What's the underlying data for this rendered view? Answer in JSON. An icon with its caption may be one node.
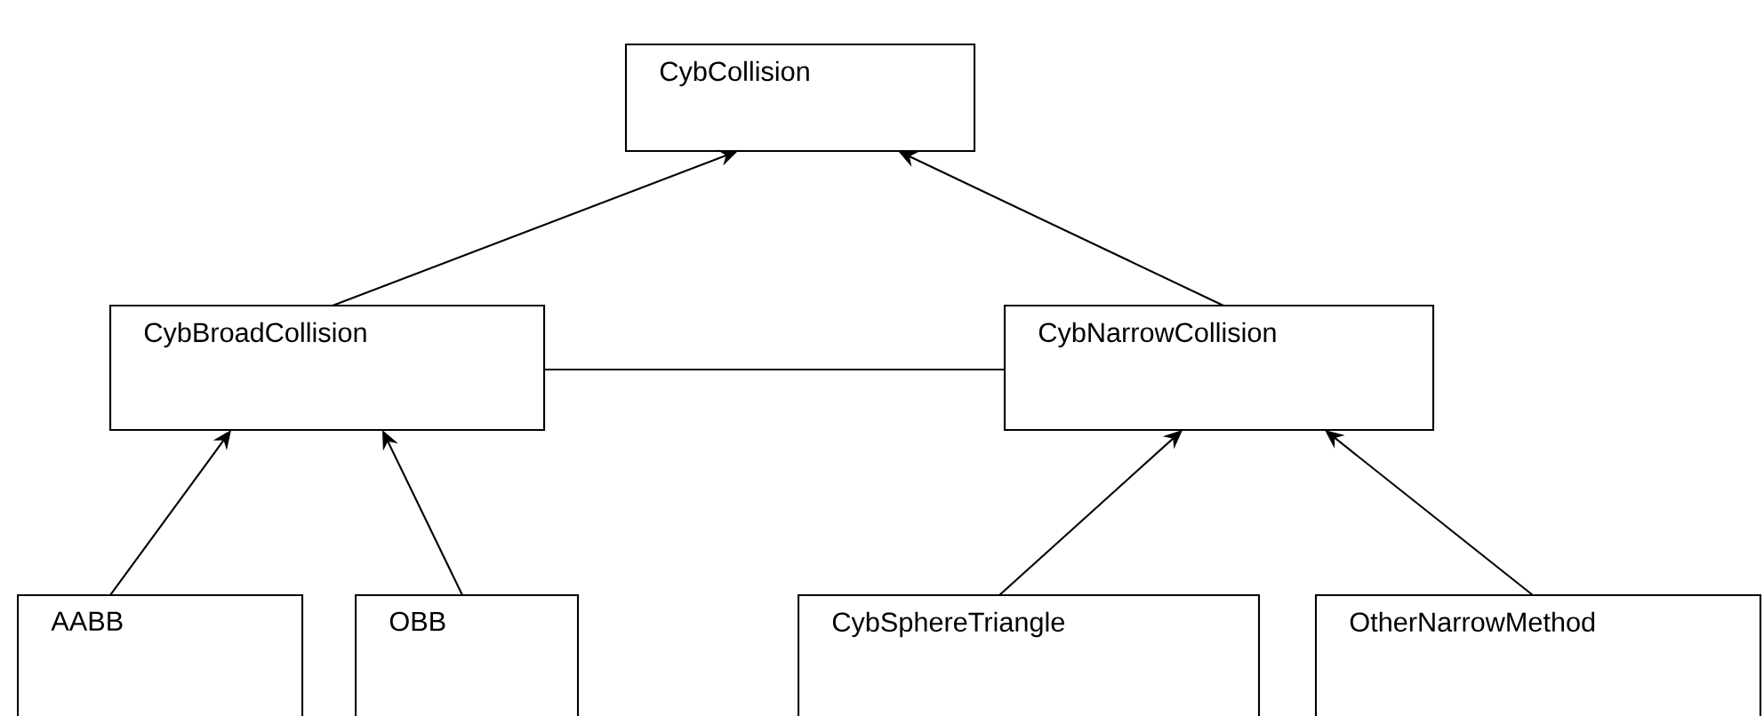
{
  "diagram": {
    "nodes": [
      {
        "text": [
          "CybCollision"
        ]
      },
      {
        "text": [
          "CybBroadCollision"
        ]
      },
      {
        "text": [
          "CybNarrowCollision"
        ]
      },
      {
        "text": [
          "AABB"
        ]
      },
      {
        "text": [
          "OBB"
        ]
      },
      {
        "text": [
          "CybSphereTriangle"
        ]
      },
      {
        "text": [
          "OtherNarrowMethod"
        ]
      }
    ],
    "edges": [
      {
        "from": 1,
        "to": 0,
        "arrow": "to"
      },
      {
        "from": 2,
        "to": 0,
        "arrow": "to"
      },
      {
        "from": 1,
        "to": 2,
        "arrow": "none"
      },
      {
        "from": 3,
        "to": 1,
        "arrow": "to"
      },
      {
        "from": 4,
        "to": 1,
        "arrow": "to"
      },
      {
        "from": 5,
        "to": 2,
        "arrow": "to"
      },
      {
        "from": 6,
        "to": 2,
        "arrow": "to"
      }
    ]
  }
}
